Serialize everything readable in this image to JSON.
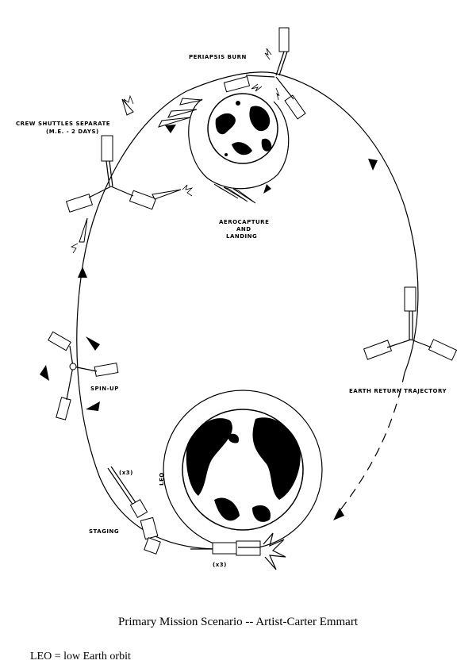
{
  "labels": {
    "periapsis_burn": "PERIAPSIS BURN",
    "crew_shuttles_line1": "CREW SHUTTLES SEPARATE",
    "crew_shuttles_line2": "(M.E. - 2 DAYS)",
    "aerocapture_line1": "AEROCAPTURE",
    "aerocapture_line2": "AND",
    "aerocapture_line3": "LANDING",
    "earth_return": "EARTH RETURN TRAJECTORY",
    "spin_up": "SPIN-UP",
    "leo": "LEO",
    "staging": "STAGING",
    "x3_upper": "(x3)",
    "x3_lower": "(x3)"
  },
  "caption": "Primary Mission Scenario -- Artist-Carter Emmart",
  "footnote": "LEO = low Earth orbit"
}
